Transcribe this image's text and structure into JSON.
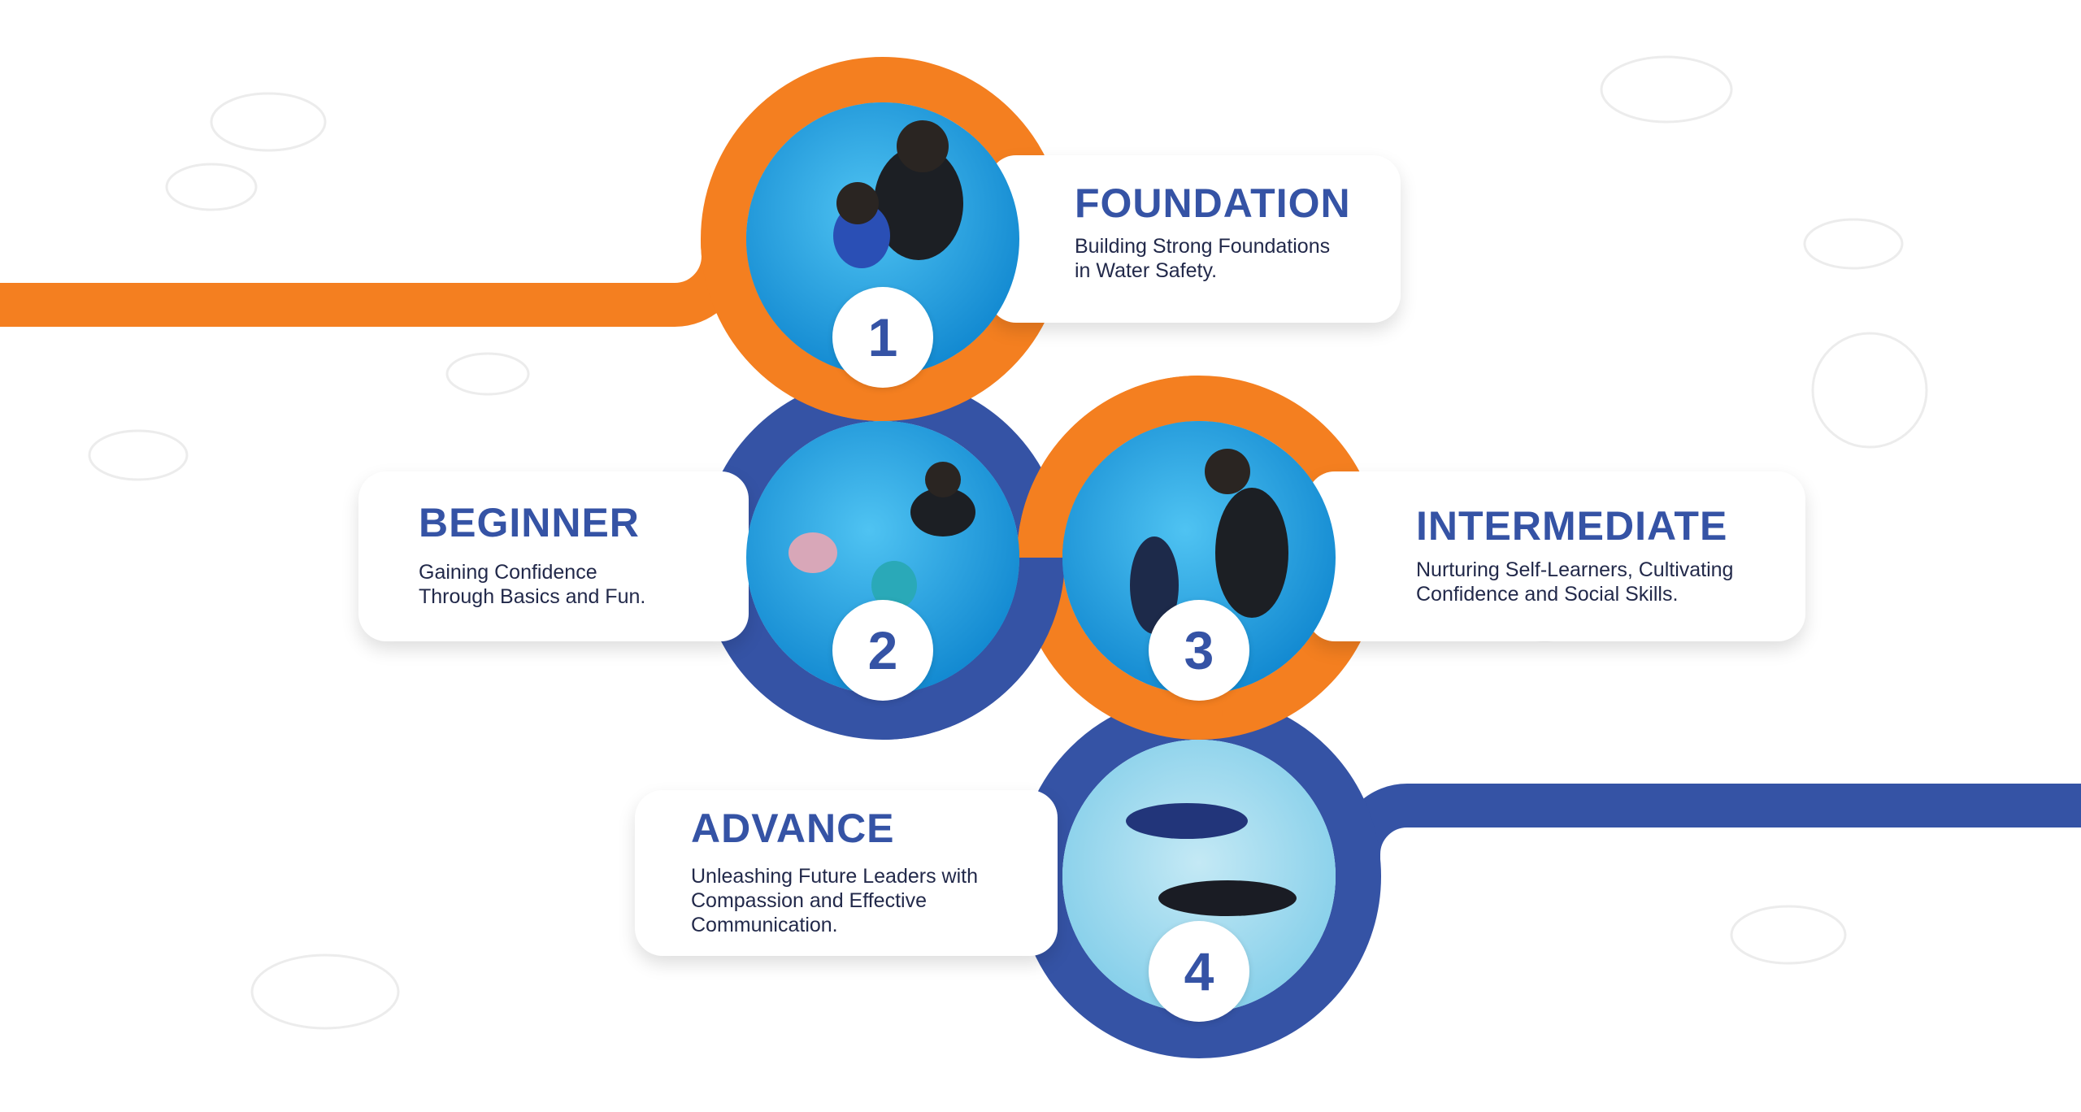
{
  "colors": {
    "orange": "#f47f20",
    "blue": "#3553a5",
    "title": "#3553a5",
    "text": "#22294a"
  },
  "levels": [
    {
      "number": "1",
      "title": "FOUNDATION",
      "line1": "Building Strong Foundations",
      "line2": "in Water Safety."
    },
    {
      "number": "2",
      "title": "BEGINNER",
      "line1": "Gaining Confidence",
      "line2": "Through Basics and Fun."
    },
    {
      "number": "3",
      "title": "INTERMEDIATE",
      "line1": "Nurturing Self-Learners, Cultivating",
      "line2": "Confidence and Social Skills."
    },
    {
      "number": "4",
      "title": "ADVANCE",
      "line1": "Unleashing Future Leaders with",
      "line2": "Compassion and Effective",
      "line3": "Communication."
    }
  ]
}
